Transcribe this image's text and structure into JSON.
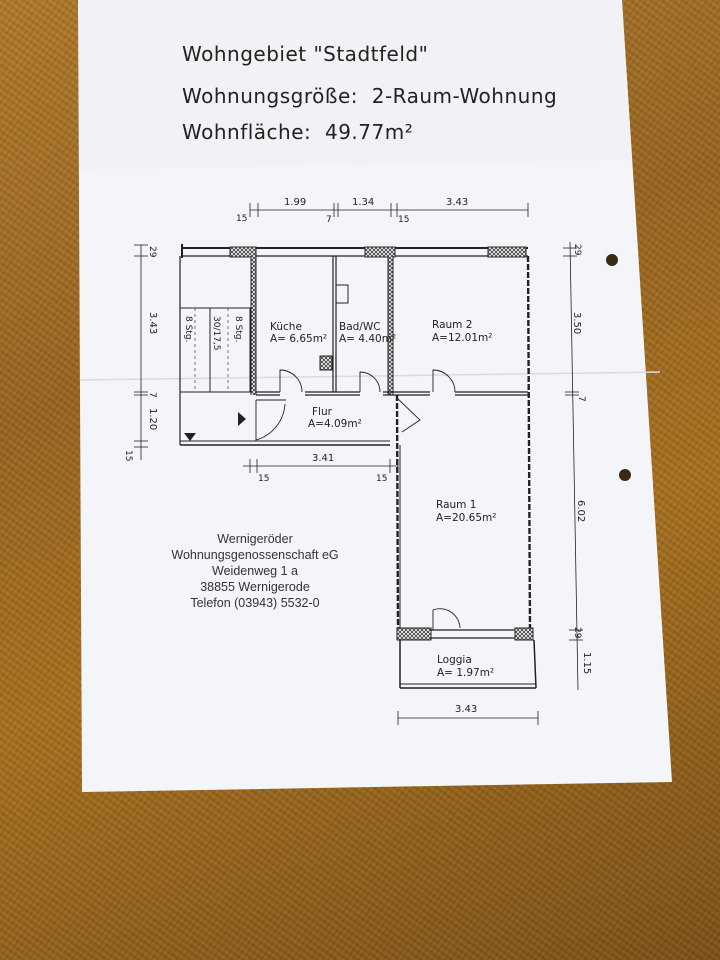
{
  "header": {
    "line1": "Wohngebiet \"Stadtfeld\"",
    "line2": "Wohnungsgröße:  2-Raum-Wohnung",
    "line3": "Wohnfläche:  49.77m²"
  },
  "rooms": {
    "kueche": {
      "name": "Küche",
      "area": "A= 6.65m²"
    },
    "bad": {
      "name": "Bad/WC",
      "area": "A= 4.40m²"
    },
    "raum2": {
      "name": "Raum 2",
      "area": "A=12.01m²"
    },
    "flur": {
      "name": "Flur",
      "area": "A=4.09m²"
    },
    "raum1": {
      "name": "Raum 1",
      "area": "A=20.65m²"
    },
    "loggia": {
      "name": "Loggia",
      "area": "A= 1.97m²"
    }
  },
  "stairs": {
    "left": "8 Stg.",
    "mid": "30/17,5",
    "right": "8 Stg."
  },
  "dimensions": {
    "top_1": "1.99",
    "top_2": "1.34",
    "top_3": "3.43",
    "top_15a": "15",
    "top_7": "7",
    "top_15b": "15",
    "left_29": "29",
    "left_343": "3.43",
    "left_7": "7",
    "left_120": "1.20",
    "left_15": "15",
    "mid_15a": "15",
    "mid_341": "3.41",
    "mid_15b": "15",
    "right_29a": "29",
    "right_350": "3.50",
    "right_7": "7",
    "right_602": "6.02",
    "right_29b": "29",
    "right_115": "1.15",
    "bottom_343": "3.43"
  },
  "address": {
    "line1": "Wernigeröder",
    "line2": "Wohnungsgenossenschaft eG",
    "line3": "Weidenweg 1 a",
    "line4": "38855 Wernigerode",
    "line5": "Telefon (03943) 5532-0"
  }
}
